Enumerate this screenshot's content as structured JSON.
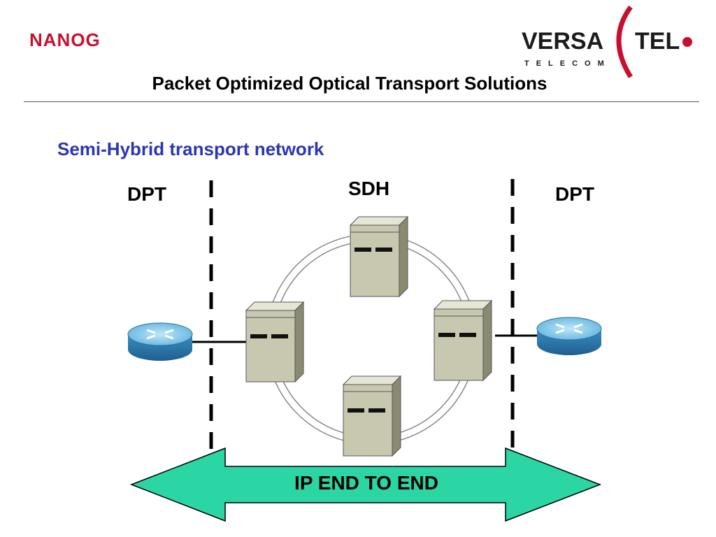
{
  "header": {
    "left_logo_text": "NANOG",
    "right_logo": {
      "brand": "VERSA",
      "brand2": "TEL",
      "sub": "TELECOM"
    }
  },
  "slide": {
    "title": "Packet Optimized Optical Transport Solutions",
    "subtitle": "Semi-Hybrid transport network"
  },
  "diagram": {
    "labels": {
      "left": "DPT",
      "center": "SDH",
      "right": "DPT"
    },
    "arrow_label": "IP END TO END",
    "colors": {
      "title_blue": "#2b36b6",
      "arrow_green": "#2bd6a4",
      "router_blue": "#4aa8d8",
      "node_beige": "#c8c8b0",
      "nanog_red": "#c8102e",
      "versatel_red": "#c8102e"
    },
    "icons": [
      "router-icon",
      "sdh-node-icon"
    ]
  }
}
